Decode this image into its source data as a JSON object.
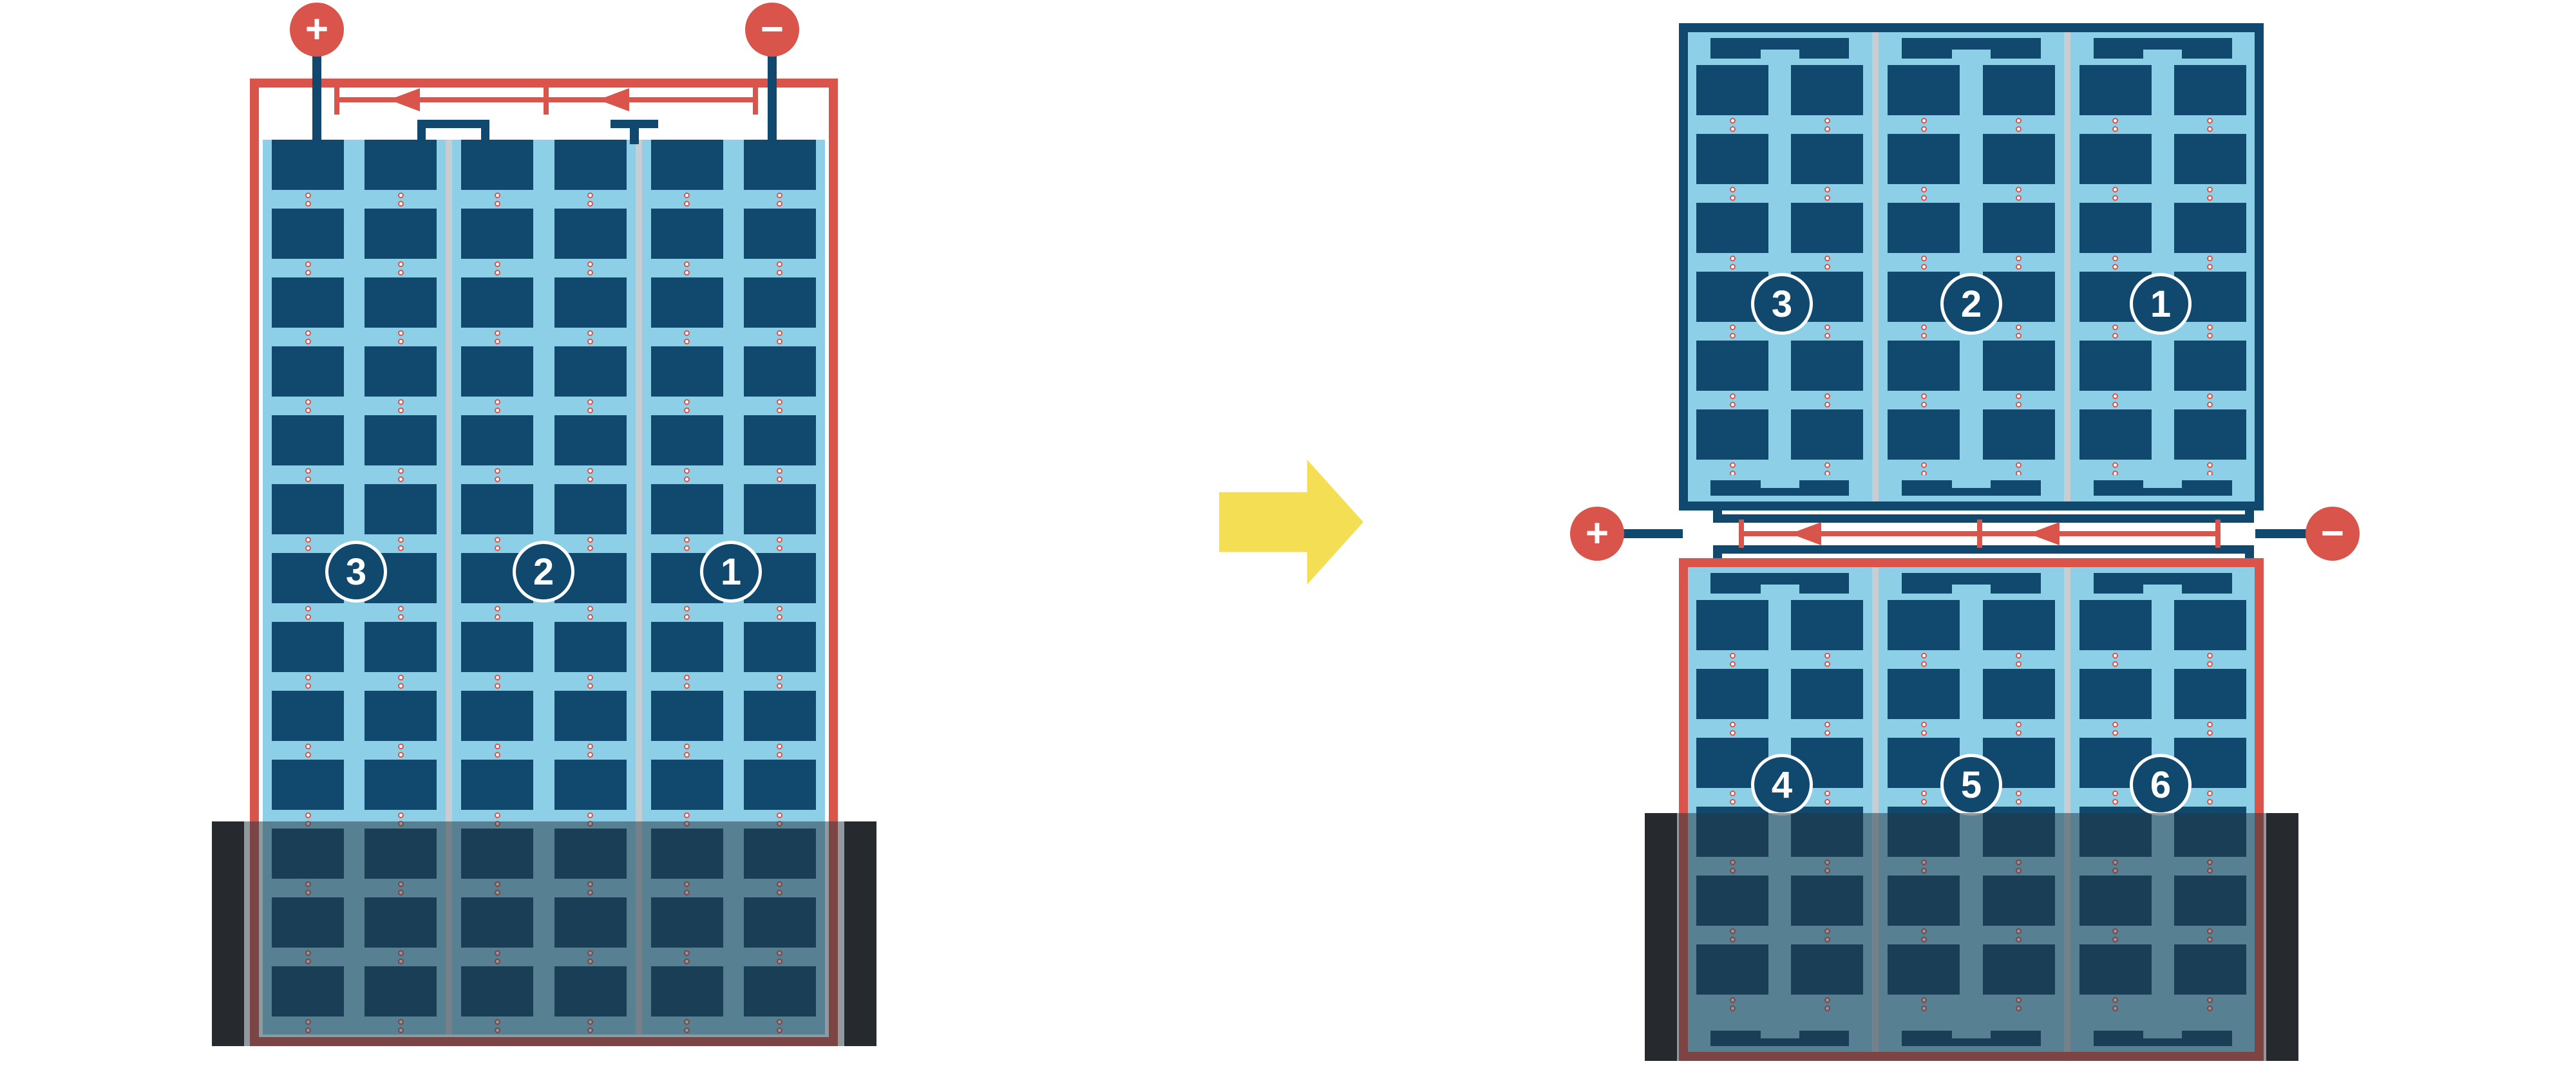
{
  "colors": {
    "red": "#d9544a",
    "navy": "#10486e",
    "panel_blue": "#8ccfe7",
    "separator_gray": "#c8cdd2",
    "flood_dark": "#22343d",
    "post_black": "#26292e",
    "arrow_yellow": "#f4de54"
  },
  "diagram": {
    "left_module": {
      "labels": [
        "3",
        "2",
        "1"
      ],
      "positive": "+",
      "negative": "−"
    },
    "right_top_module": {
      "labels": [
        "3",
        "2",
        "1"
      ]
    },
    "right_bottom_module": {
      "labels": [
        "4",
        "5",
        "6"
      ]
    },
    "right_terminals": {
      "positive": "+",
      "negative": "−"
    }
  }
}
